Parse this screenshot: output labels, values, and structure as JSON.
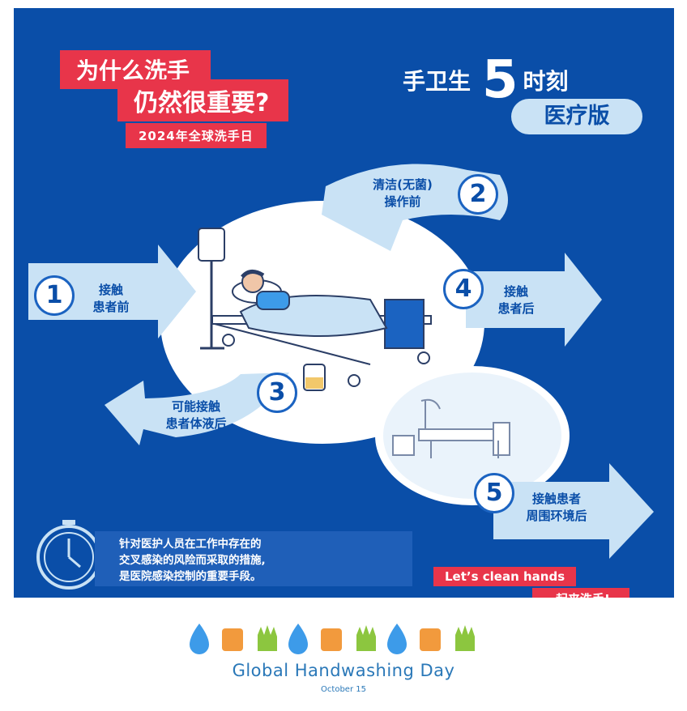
{
  "poster": {
    "title_line1": "为什么洗手",
    "title_line2": "仍然很重要?",
    "subtitle": "2024年全球洗手日",
    "header_prefix": "手卫生",
    "header_number": "5",
    "header_suffix": "时刻",
    "edition": "医疗版"
  },
  "moments": [
    {
      "number": "1",
      "line1": "接触",
      "line2": "患者前"
    },
    {
      "number": "2",
      "line1": "清洁(无菌)",
      "line2": "操作前"
    },
    {
      "number": "3",
      "line1": "可能接触",
      "line2": "患者体液后"
    },
    {
      "number": "4",
      "line1": "接触",
      "line2": "患者后"
    },
    {
      "number": "5",
      "line1": "接触患者",
      "line2": "周围环境后"
    }
  ],
  "info": {
    "line1": "针对医护人员在工作中存在的",
    "line2": "交叉感染的风险而采取的措施,",
    "line3": "是医院感染控制的重要手段。"
  },
  "cta": {
    "en": "Let’s clean hands",
    "zh": "一起来洗手!"
  },
  "footer": {
    "title": "Global Handwashing Day",
    "date": "October 15"
  },
  "colors": {
    "primary_blue": "#0a4ea8",
    "accent_red": "#e8354a",
    "light_blue": "#c9e2f5"
  }
}
